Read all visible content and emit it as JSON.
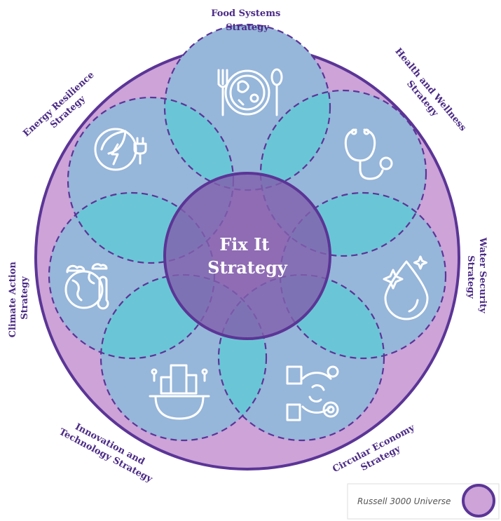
{
  "diagram": {
    "center": {
      "line1": "Fix It",
      "line2": "Strategy"
    },
    "strategies": [
      {
        "id": "food",
        "line1": "Food Systems",
        "line2": "Strategy",
        "icon": "plate-fork-spoon-icon"
      },
      {
        "id": "health",
        "line1": "Health and Wellness",
        "line2": "Strategy",
        "icon": "stethoscope-icon"
      },
      {
        "id": "water",
        "line1": "Water Security",
        "line2": "Strategy",
        "icon": "water-drop-icon"
      },
      {
        "id": "circular",
        "line1": "Circular Economy",
        "line2": "Strategy",
        "icon": "recycle-city-icon"
      },
      {
        "id": "innovation",
        "line1": "Innovation and",
        "line2": "Technology Strategy",
        "icon": "building-gear-icon"
      },
      {
        "id": "climate",
        "line1": "Climate Action",
        "line2": "Strategy",
        "icon": "globe-thermometer-icon"
      },
      {
        "id": "energy",
        "line1": "Energy Resilience",
        "line2": "Strategy",
        "icon": "leaf-plug-icon"
      }
    ],
    "legend": {
      "label": "Russell 3000 Universe"
    },
    "colors": {
      "outer_fill": "#cda3d8",
      "outline": "#5b3596",
      "petal_fill": "#96b6da",
      "overlap_fill": "#6ac6d6",
      "center_fill": "#8160ac",
      "text": "#4b2a86"
    }
  }
}
